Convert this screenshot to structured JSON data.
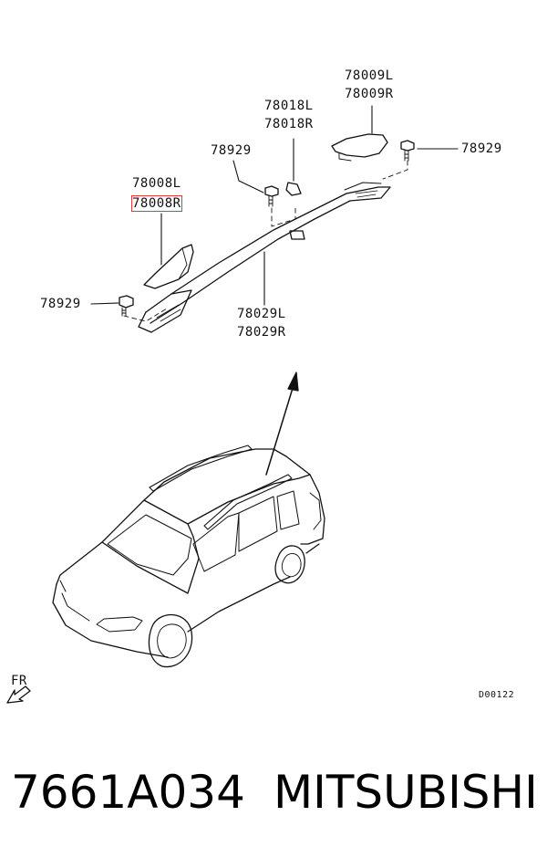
{
  "parts": {
    "p78009L": "78009L",
    "p78009R": "78009R",
    "p78018L": "78018L",
    "p78018R": "78018R",
    "p78929_mid": "78929",
    "p78929_right": "78929",
    "p78008L": "78008L",
    "p78008R": "78008R",
    "p78929_left": "78929",
    "p78029L": "78029L",
    "p78029R": "78029R"
  },
  "direction_label": "FR",
  "diagram_code": "D00122",
  "part_number": "7661A034",
  "brand": "MITSUBISHI",
  "highlight_color": "#e23b3b"
}
